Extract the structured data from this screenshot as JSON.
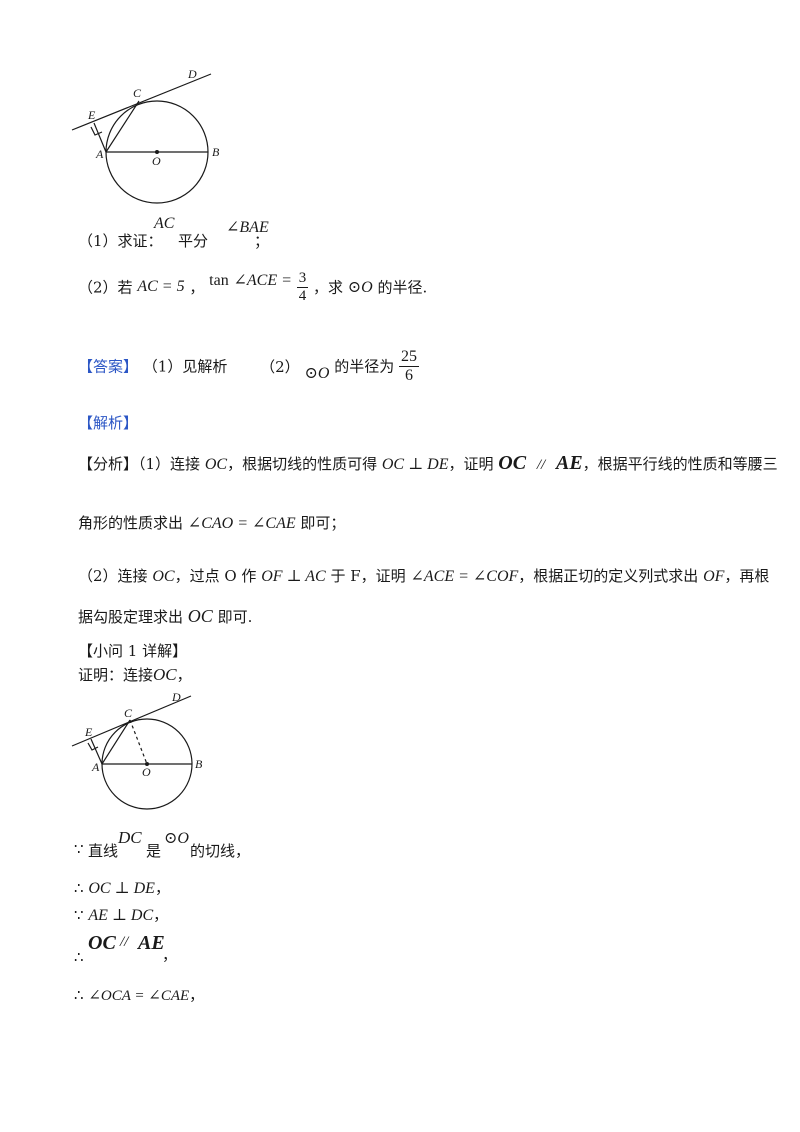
{
  "figure1": {
    "D": "D",
    "C": "C",
    "E": "E",
    "A": "A",
    "O": "O",
    "B": "B"
  },
  "q1": {
    "num": "（1）求证：",
    "ac": "AC",
    "mid": "平分",
    "angle": "∠BAE",
    "end": "；"
  },
  "q2": {
    "num": "（2）若",
    "eq": "AC = 5",
    "comma1": "，",
    "tan": "tan",
    "angle": "∠ACE =",
    "frac_num": "3",
    "frac_den": "4",
    "tail": "，求",
    "circle": "⊙O",
    "end": "的半径."
  },
  "answer": {
    "label": "【答案】",
    "p1": "（1）见解析",
    "p2": "（2）",
    "circle": "⊙O",
    "text": "的半径为",
    "frac_num": "25",
    "frac_den": "6"
  },
  "analysis_label": "【解析】",
  "analysis": {
    "label": "【分析】",
    "line1_a": "（1）连接",
    "oc1": "OC",
    "line1_b": "，根据切线的性质可得",
    "oc_perp_de": "OC ⊥ DE",
    "line1_c": "，证明",
    "oc_big": "OC",
    "parallel": "//",
    "ae_big": "AE",
    "line1_d": "，根据平行线的性质和等腰三",
    "line2_a": "角形的性质求出",
    "line2_eq": "∠CAO = ∠CAE",
    "line2_b": "即可；",
    "line3_a": "（2）连接",
    "oc2": "OC",
    "line3_b": "，过点 O 作",
    "of_perp": "OF ⊥ AC",
    "line3_c": "于 F，证明",
    "ace_cof": "∠ACE = ∠COF",
    "line3_d": "，根据正切的定义列式求出",
    "of": "OF",
    "line3_e": "，再根",
    "line4_a": "据勾股定理求出",
    "oc3": "OC",
    "line4_b": "即可."
  },
  "sub1": {
    "label": "【小问 1 详解】",
    "proof_a": "证明：连接",
    "proof_oc": "OC",
    "proof_b": "，"
  },
  "figure2": {
    "D": "D",
    "C": "C",
    "E": "E",
    "A": "A",
    "O": "O",
    "B": "B"
  },
  "steps": {
    "s1_sym": "∵",
    "s1_a": "直线",
    "s1_dc": "DC",
    "s1_b": "是",
    "s1_circle": "⊙O",
    "s1_c": "的切线，",
    "s2_sym": "∴",
    "s2_expr": "OC ⊥ DE",
    "s2_end": "，",
    "s3_sym": "∵",
    "s3_expr": "AE ⊥ DC",
    "s3_end": "，",
    "s4_sym": "∴",
    "s4_oc": "OC",
    "s4_par": "//",
    "s4_ae": "AE",
    "s4_end": "，",
    "s5_sym": "∴",
    "s5_expr": "∠OCA = ∠CAE",
    "s5_end": "，"
  }
}
